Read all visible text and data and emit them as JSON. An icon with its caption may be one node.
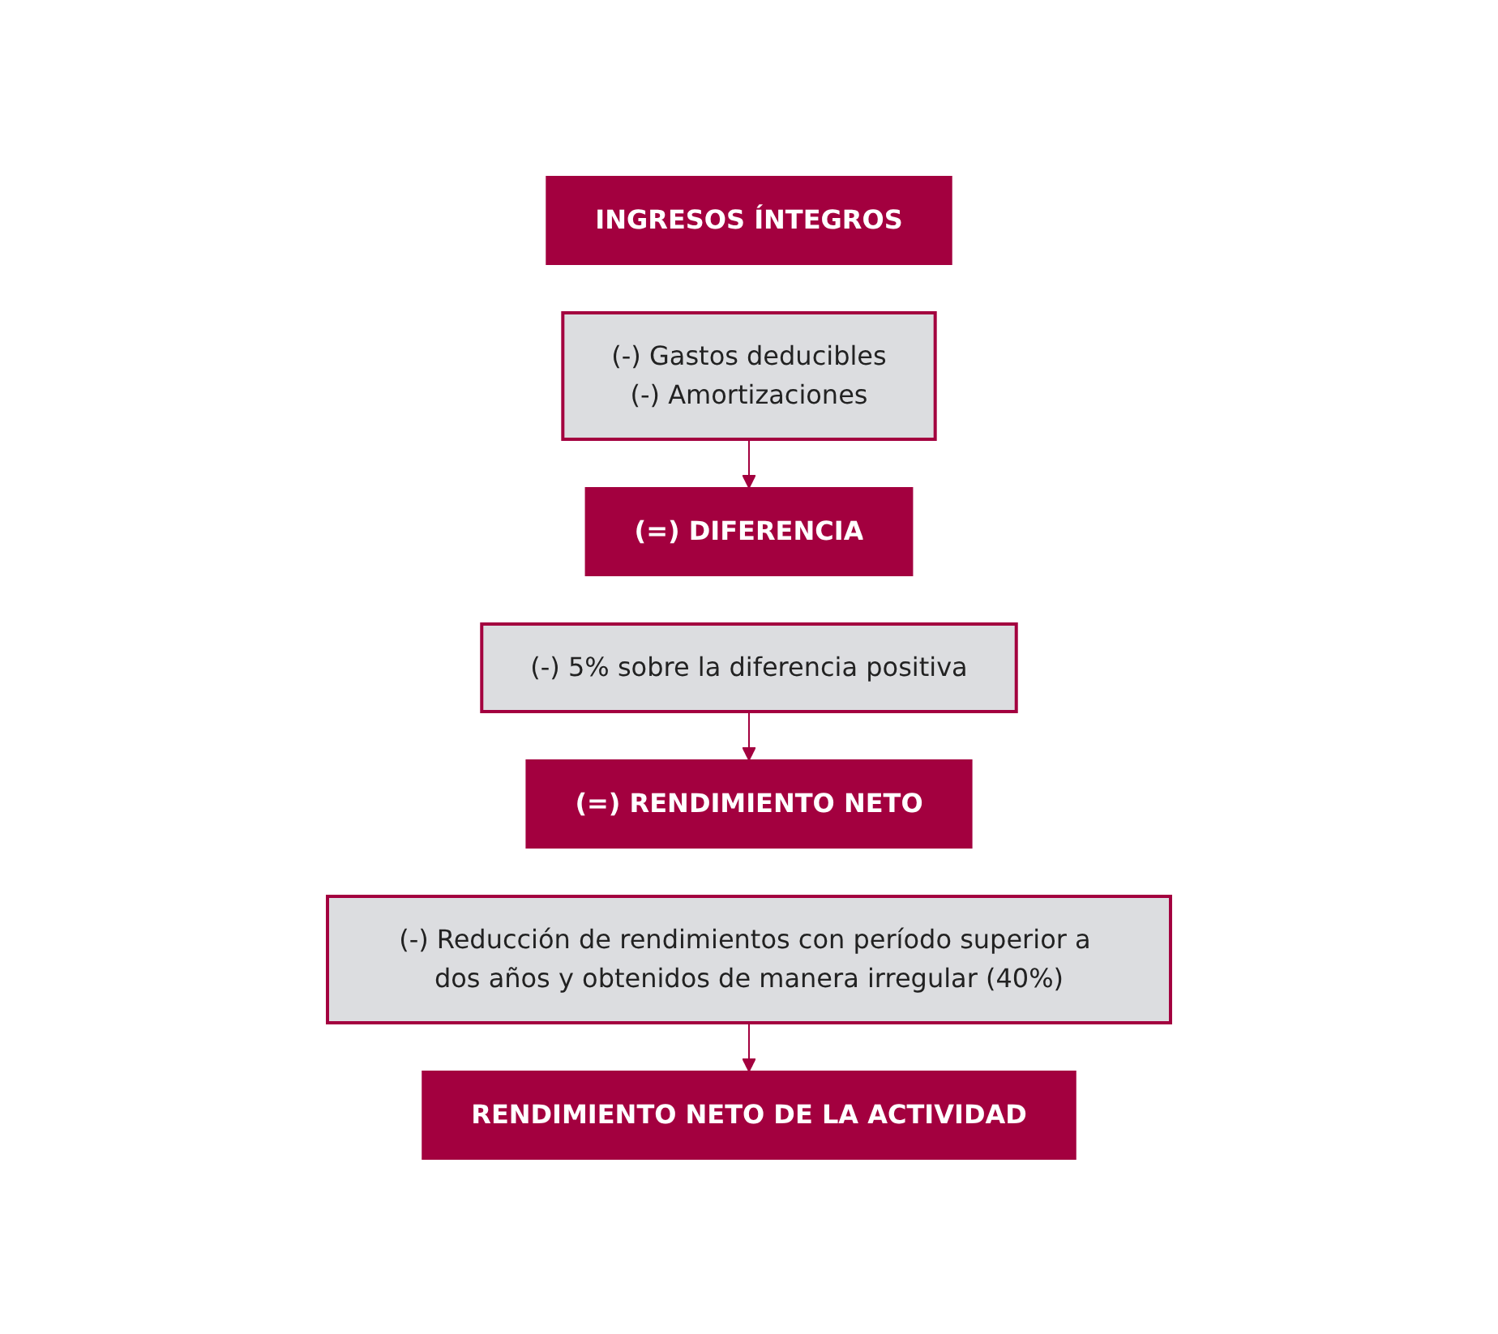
{
  "diagram": {
    "nodes": [
      {
        "text": [
          "INGRESOS ÍNTEGROS"
        ]
      },
      {
        "text": [
          "(-) Gastos deducibles",
          "(-) Amortizaciones"
        ]
      },
      {
        "text": [
          "(=) DIFERENCIA"
        ]
      },
      {
        "text": [
          "(-) 5% sobre la diferencia positiva"
        ]
      },
      {
        "text": [
          "(=) RENDIMIENTO NETO"
        ]
      },
      {
        "text": [
          "(-) Reducción de rendimientos con período superior a dos años y obtenidos de manera irregular (40%)"
        ]
      },
      {
        "text": [
          "RENDIMIENTO NETO DE LA ACTIVIDAD"
        ]
      }
    ],
    "edges": [
      {
        "from": 1,
        "to": 2,
        "arrow": "to"
      },
      {
        "from": 3,
        "to": 4,
        "arrow": "to"
      },
      {
        "from": 5,
        "to": 6,
        "arrow": "to"
      }
    ]
  }
}
